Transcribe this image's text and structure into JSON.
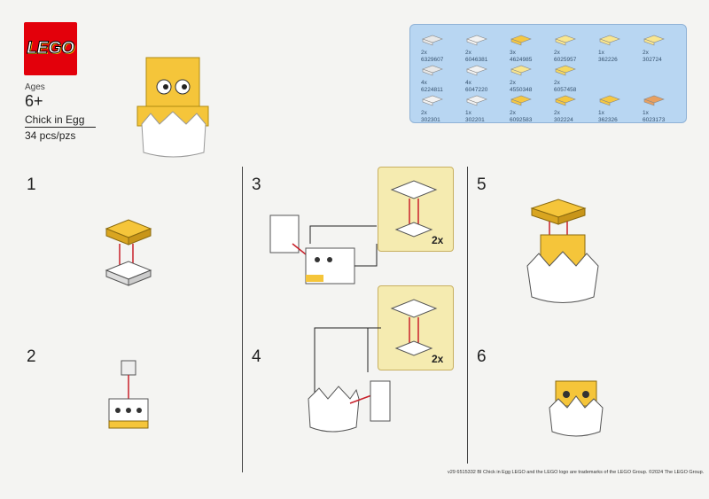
{
  "brand": {
    "logo": "LEGO",
    "ages_label": "Ages",
    "age": "6+",
    "set_name": "Chick in Egg",
    "piece_count": "34 pcs/pzs"
  },
  "parts": [
    {
      "qty": "2x",
      "id": "6329607",
      "color": "#e8e8e8"
    },
    {
      "qty": "2x",
      "id": "6046381",
      "color": "#f2f2f2"
    },
    {
      "qty": "3x",
      "id": "4624985",
      "color": "#f5c842"
    },
    {
      "qty": "2x",
      "id": "6025957",
      "color": "#f8e690"
    },
    {
      "qty": "1x",
      "id": "362226",
      "color": "#f8e690"
    },
    {
      "qty": "2x",
      "id": "302724",
      "color": "#f8e690"
    },
    {
      "qty": "4x",
      "id": "6224811",
      "color": "#e8e8e8"
    },
    {
      "qty": "4x",
      "id": "6047220",
      "color": "#f2f2f2"
    },
    {
      "qty": "2x",
      "id": "4550348",
      "color": "#f8e690"
    },
    {
      "qty": "2x",
      "id": "6057458",
      "color": "#f5d860"
    },
    {
      "qty": "2x",
      "id": "302301",
      "color": "#f2f2f2"
    },
    {
      "qty": "1x",
      "id": "302201",
      "color": "#f2f2f2"
    },
    {
      "qty": "2x",
      "id": "6092583",
      "color": "#f5c842"
    },
    {
      "qty": "2x",
      "id": "302224",
      "color": "#f5c842"
    },
    {
      "qty": "1x",
      "id": "362326",
      "color": "#f5c842"
    },
    {
      "qty": "1x",
      "id": "6023173",
      "color": "#e8a060"
    }
  ],
  "steps": [
    "1",
    "2",
    "3",
    "4",
    "5",
    "6"
  ],
  "subassembly_multiplier": "2x",
  "footer": "v29 6515332   BI Chick in Egg    LEGO and the LEGO logo are trademarks of the LEGO Group. ©2024 The LEGO Group.",
  "colors": {
    "yellow": "#f5c53a",
    "red_arrow": "#c8202a",
    "parts_bg": "#b8d6f2",
    "inset_bg": "#f5ebb0"
  }
}
